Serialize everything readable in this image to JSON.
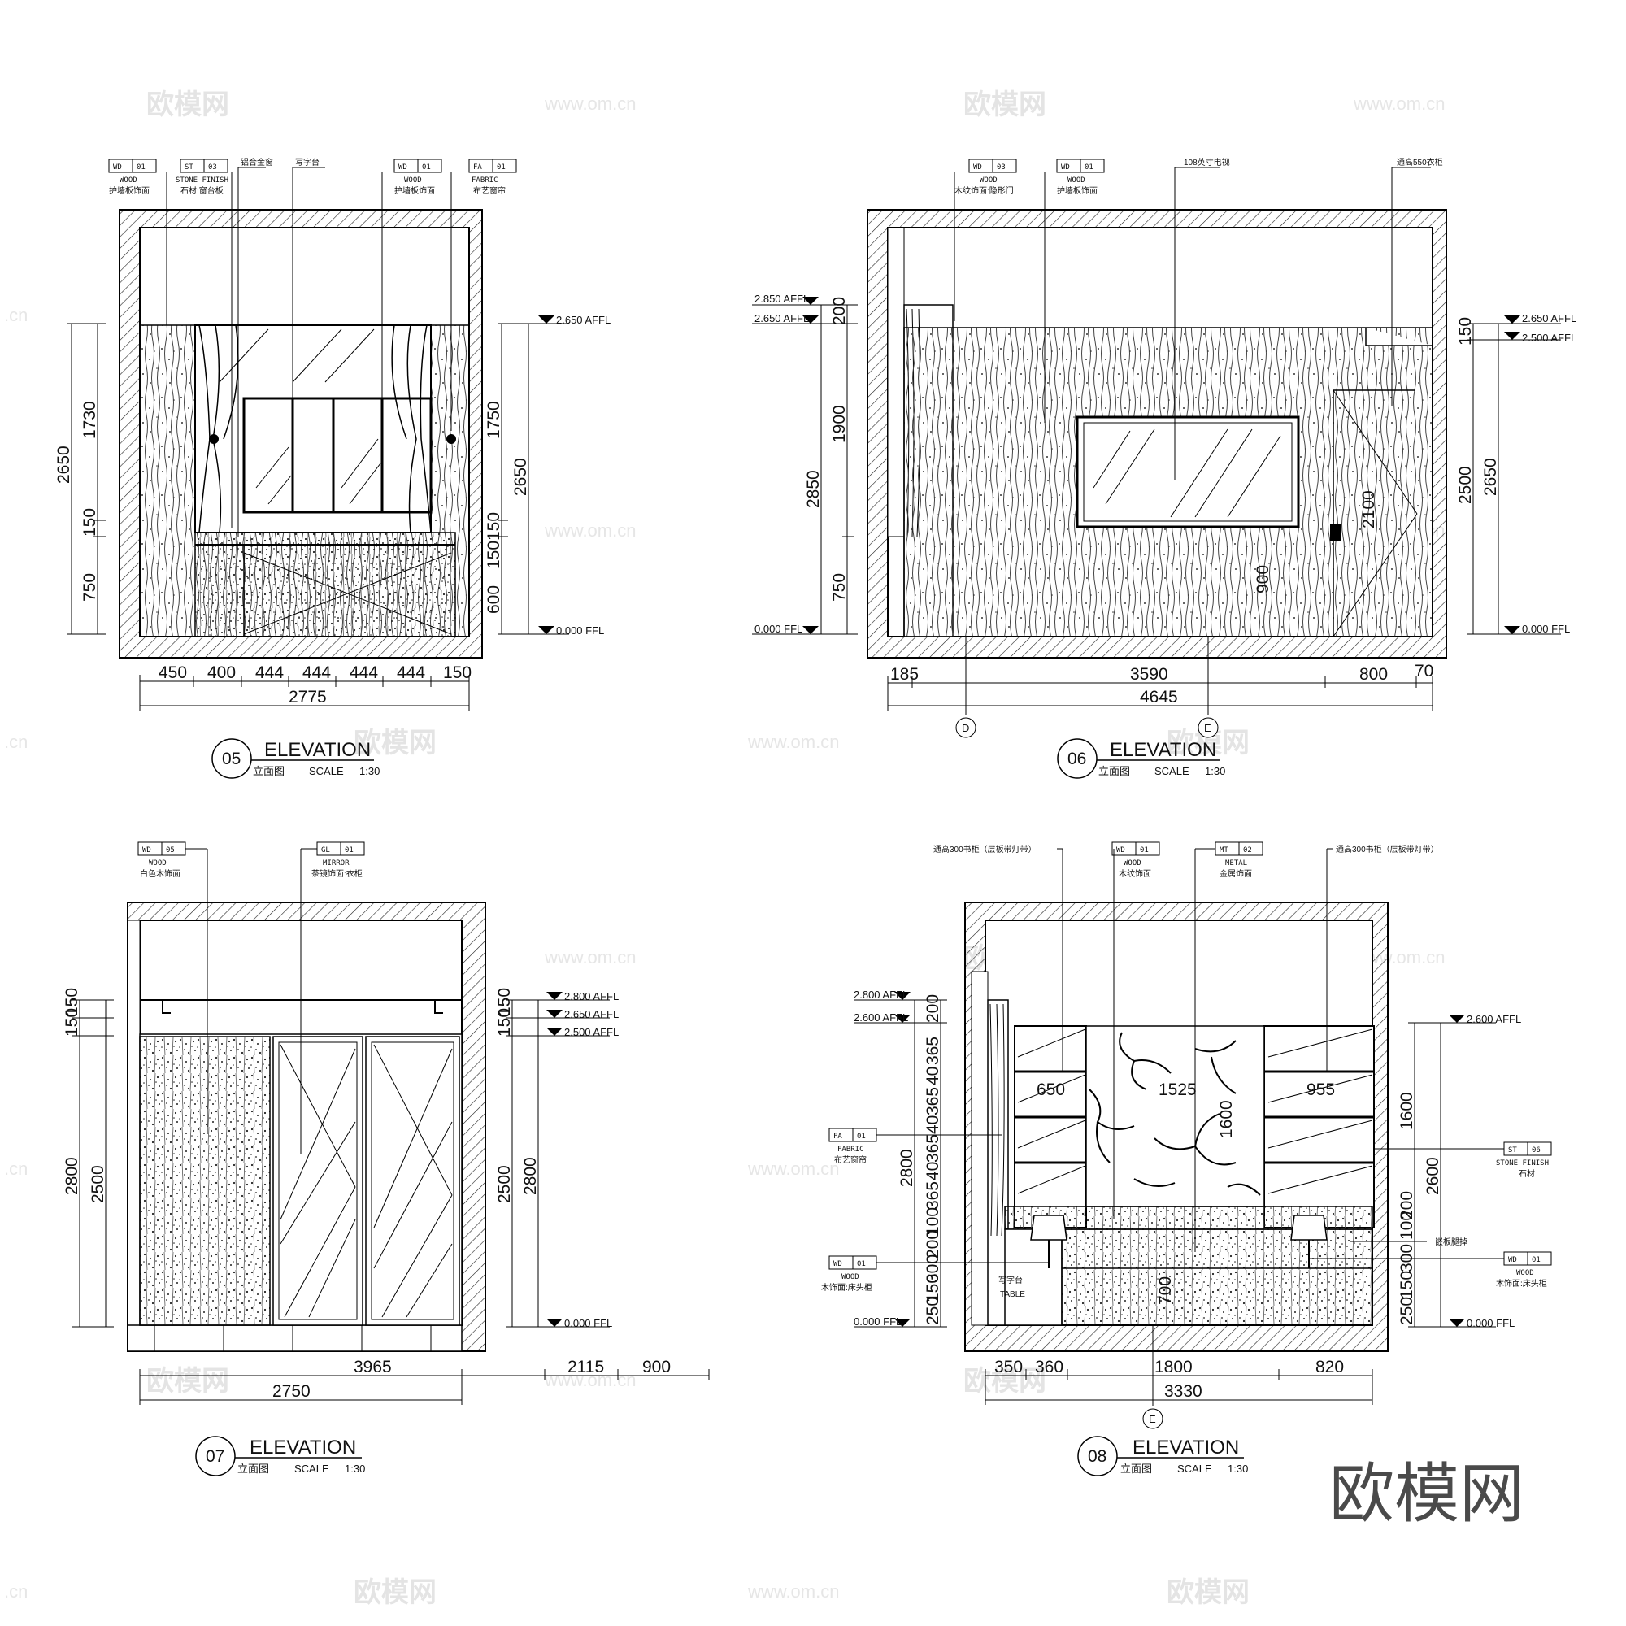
{
  "watermark": {
    "brand": "欧模网",
    "url": "www.om.cn",
    "cn": ".cn"
  },
  "drawings": [
    {
      "number": "05",
      "title": "ELEVATION",
      "subtitle": "立面图",
      "scale_label": "SCALE",
      "scale": "1:30",
      "tags": [
        {
          "code": "WD",
          "num": "01",
          "material": "WOOD",
          "desc": "护墙板饰面"
        },
        {
          "code": "ST",
          "num": "03",
          "material": "STONE FINISH",
          "desc": "石材:窗台板"
        },
        {
          "code": "WD",
          "num": "01",
          "material": "WOOD",
          "desc": "护墙板饰面"
        },
        {
          "code": "FA",
          "num": "01",
          "material": "FABRIC",
          "desc": "布艺窗帘"
        }
      ],
      "notes": [
        "铝合金窗",
        "写字台"
      ],
      "levels": [
        "2.650 AFFL",
        "0.000 FFL"
      ],
      "left_dims": [
        "2650",
        "1730",
        "150",
        "750"
      ],
      "right_dims": [
        "1750",
        "150",
        "150",
        "600",
        "2650"
      ],
      "bottom_dims": [
        "450",
        "400",
        "444",
        "444",
        "444",
        "444",
        "150"
      ],
      "total": "2775"
    },
    {
      "number": "06",
      "title": "ELEVATION",
      "subtitle": "立面图",
      "scale_label": "SCALE",
      "scale": "1:30",
      "tags": [
        {
          "code": "WD",
          "num": "03",
          "material": "WOOD",
          "desc": "木纹饰面:隐形门"
        },
        {
          "code": "WD",
          "num": "01",
          "material": "WOOD",
          "desc": "护墙板饰面"
        }
      ],
      "notes": [
        "108英寸电视",
        "通高550衣柜"
      ],
      "levels": [
        "2.850 AFFL",
        "2.650 AFFL",
        "0.000 FFL",
        "2.650 AFFL",
        "2.500 AFFL",
        "0.000 FFL"
      ],
      "left_dims": [
        "2850",
        "200",
        "1900",
        "750"
      ],
      "right_dims": [
        "150",
        "2500",
        "2650"
      ],
      "inner_dims": [
        "900",
        "2100"
      ],
      "bottom_dims": [
        "185",
        "3590",
        "800",
        "70"
      ],
      "total": "4645",
      "markers": [
        "D",
        "E"
      ]
    },
    {
      "number": "07",
      "title": "ELEVATION",
      "subtitle": "立面图",
      "scale_label": "SCALE",
      "scale": "1:30",
      "tags": [
        {
          "code": "WD",
          "num": "05",
          "material": "WOOD",
          "desc": "白色木饰面"
        },
        {
          "code": "GL",
          "num": "01",
          "material": "MIRROR",
          "desc": "茶镜饰面:衣柜"
        }
      ],
      "levels": [
        "2.800 AFFL",
        "2.650 AFFL",
        "2.500 AFFL",
        "0.000 FFL"
      ],
      "left_dims": [
        "150",
        "150",
        "2800",
        "2500"
      ],
      "right_dims": [
        "150",
        "150",
        "2500",
        "2800"
      ],
      "bottom_dims": [
        "3965",
        "2115",
        "900"
      ],
      "total": "2750"
    },
    {
      "number": "08",
      "title": "ELEVATION",
      "subtitle": "立面图",
      "scale_label": "SCALE",
      "scale": "1:30",
      "tags": [
        {
          "code": "WD",
          "num": "01",
          "material": "WOOD",
          "desc": "木纹饰面"
        },
        {
          "code": "MT",
          "num": "02",
          "material": "METAL",
          "desc": "金属饰面"
        },
        {
          "code": "FA",
          "num": "01",
          "material": "FABRIC",
          "desc": "布艺窗帘"
        },
        {
          "code": "WD",
          "num": "01",
          "material": "WOOD",
          "desc": "木饰面:床头柜"
        },
        {
          "code": "ST",
          "num": "06",
          "material": "STONE FINISH",
          "desc": "石材"
        },
        {
          "code": "WD",
          "num": "01",
          "material": "WOOD",
          "desc": "木饰面:床头柜"
        }
      ],
      "notes": [
        "通高300书柜（层板带灯带）",
        "通高300书柜（层板带灯带）",
        "嵌板腿掉"
      ],
      "table_label": [
        "写字台",
        "TABLE"
      ],
      "levels": [
        "2.800 AFFL",
        "2.600 AFFL",
        "0.000 FFL",
        "2.600 AFFL",
        "0.000 FFL"
      ],
      "left_dims": [
        "200",
        "365",
        "40",
        "365",
        "40",
        "365",
        "40",
        "365",
        "100",
        "200",
        "300",
        "150",
        "250",
        "2800"
      ],
      "right_dims": [
        "1600",
        "200",
        "100",
        "300",
        "150",
        "250",
        "2600"
      ],
      "inner_dims": [
        "650",
        "1525",
        "955",
        "1600",
        "700"
      ],
      "bottom_dims": [
        "350",
        "360",
        "1800",
        "820"
      ],
      "total": "3330",
      "markers": [
        "E"
      ]
    }
  ]
}
